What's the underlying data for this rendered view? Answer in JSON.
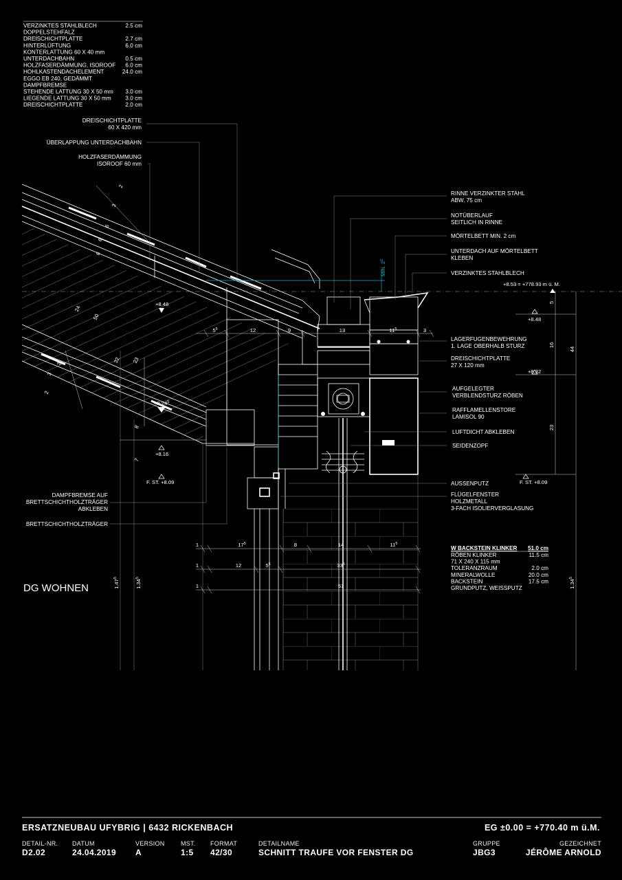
{
  "layers": [
    {
      "name": "VERZINKTES STAHLBLECH",
      "value": "2.5 cm"
    },
    {
      "name": "DOPPELSTEHFALZ",
      "value": ""
    },
    {
      "name": "DREISCHICHTPLATTE",
      "value": "2.7 cm"
    },
    {
      "name": "HINTERLÜFTUNG",
      "value": "6.0 cm"
    },
    {
      "name": "KONTERLATTUNG 60 X 40 mm",
      "value": ""
    },
    {
      "name": "UNTERDACHBAHN",
      "value": "0.5 cm"
    },
    {
      "name": "HOLZFASERDÄMMUNG, ISOROOF",
      "value": "6.0 cm"
    },
    {
      "name": "HOHLKASTENDACHELEMENT",
      "value": "24.0 cm"
    },
    {
      "name": "EGGO EB 240, GEDÄMMT",
      "value": ""
    },
    {
      "name": "DAMPFBREMSE",
      "value": ""
    },
    {
      "name": "STEHENDE LATTUNG 30 X 50 mm",
      "value": "3.0 cm"
    },
    {
      "name": "LIEGENDE LATTUNG 30 X 50 mm",
      "value": "3.0 cm"
    },
    {
      "name": "DREISCHICHTPLATTE",
      "value": "2.0 cm"
    }
  ],
  "wall_build": {
    "title": "W BACKSTEIN KLINKER",
    "title_value": "51.0 cm",
    "rows": [
      {
        "name": "RÖBEN KLINKER",
        "value": "11.5 cm"
      },
      {
        "name": "71 X 240 X 115 mm",
        "value": ""
      },
      {
        "name": "TOLERANZRAUM",
        "value": "2.0 cm"
      },
      {
        "name": "MINERALWOLLE",
        "value": "20.0 cm"
      },
      {
        "name": "BACKSTEIN",
        "value": "17.5 cm"
      },
      {
        "name": "GRUNDPUTZ, WEISSPUTZ",
        "value": ""
      }
    ]
  },
  "callouts_left": {
    "dreischicht_1": "DREISCHICHTPLATTE",
    "dreischicht_2": "60 X 420 mm",
    "ueberlappung": "ÜBERLAPPUNG UNTERDACHBAHN",
    "holzfaser_1": "HOLZFASERDÄMMUNG",
    "holzfaser_2": "ISOROOF 60 mm",
    "dampf_1": "DAMPFBREMSE AUF",
    "dampf_2": "BRETTSCHICHTHOLZTRÄGER",
    "dampf_3": "ABKLEBEN",
    "bsh": "BRETTSCHICHTHOLZTRÄGER"
  },
  "callouts_right": {
    "rinne_1": "RINNE VERZINKTER STAHL",
    "rinne_2": "ABW. 75 cm",
    "not_1": "NOTÜBERLAUF",
    "not_2": "SEITLICH IN RINNE",
    "moertel": "MÖRTELBETT MIN. 2 cm",
    "unterdach_1": "UNTERDACH AUF MÖRTELBETT",
    "unterdach_2": "KLEBEN",
    "stahlblech": "VERZINKTES STAHLBLECH",
    "lager_1": "LAGERFUGENBEWEHRUNG",
    "lager_2": "1. LAGE OBERHALB STURZ",
    "dsp_1": "DREISCHICHTPLATTE",
    "dsp_2": "27 X 120 mm",
    "sturz_1": "AUFGELEGTER",
    "sturz_2": "VERBLENDSTURZ RÖBEN",
    "raff_1": "RAFFLAMELLENSTORE",
    "raff_2": "LAMISOL 90",
    "luft": "LUFTDICHT ABKLEBEN",
    "seide": "SEIDENZOPF",
    "putz": "AUSSENPUTZ",
    "fl_1": "FLÜGELFENSTER",
    "fl_2": "HOLZMETALL",
    "fl_3": "3-FACH ISOLIERVERGLASUNG"
  },
  "levels": {
    "top": "+8.53 = +778.93 m ü. M.",
    "l848r": "+8.48",
    "l832": "+8.32",
    "fst_r": "F. ST. +8.09",
    "l848": "+8.48",
    "l824": "+8.24",
    "l824_sup": "5",
    "l816": "+8.16",
    "fst_l": "F. ST. +8.09"
  },
  "dims": {
    "min2": "MIN. 2",
    "min2_sup": "5",
    "top_row": [
      "5",
      "12",
      "9",
      "13",
      "11",
      "3"
    ],
    "top_row_sup": [
      "5",
      "",
      "",
      "",
      "5",
      ""
    ],
    "right_col": [
      "5",
      "16",
      "23",
      "44"
    ],
    "row1": [
      "1",
      "17",
      "8",
      "14",
      "11"
    ],
    "row1_sup": [
      "",
      "5",
      "",
      "",
      "5"
    ],
    "row2": [
      "1",
      "12",
      "5",
      "33"
    ],
    "row2_sup": [
      "",
      "",
      "5",
      "5"
    ],
    "row3": [
      "1",
      "51"
    ],
    "roof": [
      "2",
      "3",
      "6",
      "6",
      "6",
      "24",
      "50",
      "32",
      "23",
      "3",
      "3",
      "2",
      "8",
      "7"
    ],
    "v147": "1.47",
    "v134": "1.34",
    "v134r": "1.34",
    "sup5": "5"
  },
  "room_label": "DG WOHNEN",
  "footer": {
    "project": "ERSATZNEUBAU UFYBRIG | 6432 RICKENBACH",
    "elevation": "EG ±0.00 = +770.40 m ü.M.",
    "fields": [
      {
        "label": "DETAIL-NR.",
        "value": "D2.02"
      },
      {
        "label": "DATUM",
        "value": "24.04.2019"
      },
      {
        "label": "VERSION",
        "value": "A"
      },
      {
        "label": "MST.",
        "value": "1:5"
      },
      {
        "label": "FORMAT",
        "value": "42/30"
      },
      {
        "label": "DETAILNAME",
        "value": "SCHNITT TRAUFE VOR FENSTER DG"
      },
      {
        "label": "GRUPPE",
        "value": "JBG3"
      },
      {
        "label": "GEZEICHNET",
        "value": "JÉRÔME ARNOLD"
      }
    ]
  }
}
